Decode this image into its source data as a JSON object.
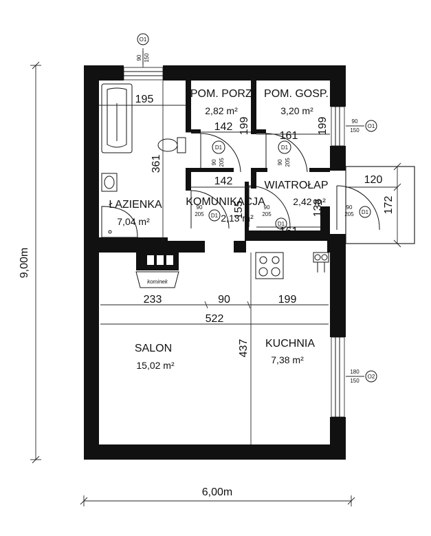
{
  "rooms": {
    "lazienka": {
      "name": "ŁAZIENKA",
      "area": "7,04 m²"
    },
    "pom_porz": {
      "name": "POM. PORZ.",
      "area": "2,82 m²"
    },
    "pom_gosp": {
      "name": "POM. GOSP.",
      "area": "3,20 m²"
    },
    "komunikacja": {
      "name": "KOMUNIKACJA",
      "area": "2,13 m²"
    },
    "wiatrolap": {
      "name": "WIATROŁAP",
      "area": "2,42 m²"
    },
    "salon": {
      "name": "SALON",
      "area": "15,02 m²"
    },
    "kuchnia": {
      "name": "KUCHNIA",
      "area": "7,38 m²"
    }
  },
  "dimensions": {
    "d195": "195",
    "d142a": "142",
    "d142b": "142",
    "d161a": "161",
    "d161b": "161",
    "d199a": "199",
    "d199b": "199",
    "d361": "361",
    "d155": "155",
    "d138": "138",
    "d120": "120",
    "d172": "172",
    "d233": "233",
    "d90": "90",
    "d199c": "199",
    "d522": "522",
    "d437": "437",
    "total_height": "9,00m",
    "total_width": "6,00m"
  },
  "doors": [
    {
      "tag": "D1",
      "w": "90",
      "h": "205"
    },
    {
      "tag": "D1",
      "w": "90",
      "h": "205"
    },
    {
      "tag": "D1",
      "w": "90",
      "h": "205"
    },
    {
      "tag": "D1",
      "w": "90",
      "h": "205"
    },
    {
      "tag": "D1",
      "w": "90",
      "h": "205"
    }
  ],
  "windows": [
    {
      "tag": "O1",
      "w": "90",
      "h": "150"
    },
    {
      "tag": "O1",
      "w": "90",
      "h": "150"
    },
    {
      "tag": "O2",
      "w": "180",
      "h": "150"
    }
  ],
  "fixtures": {
    "fireplace": "kominek"
  }
}
